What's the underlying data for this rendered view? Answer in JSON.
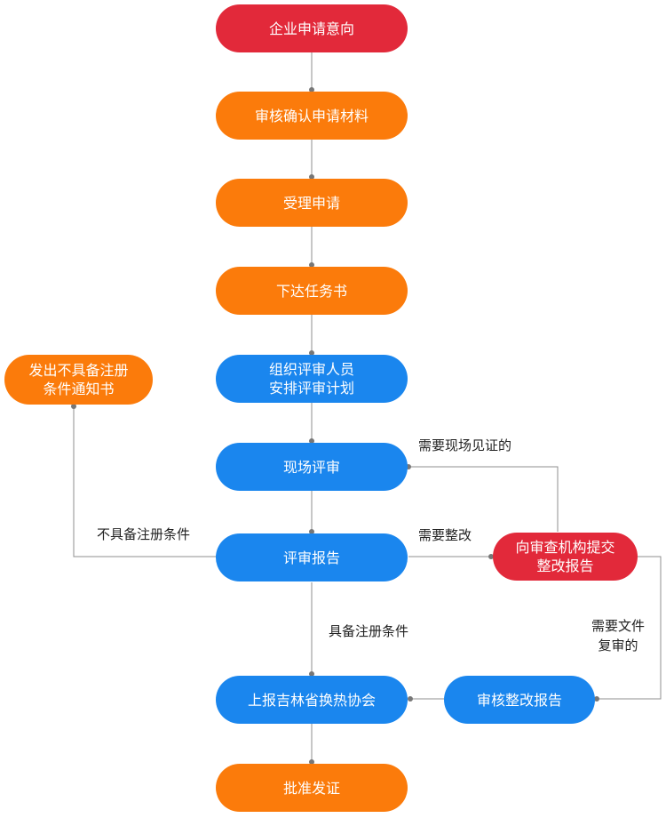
{
  "diagram": {
    "nodes": {
      "apply_intent": {
        "lines": [
          "企业申请意向"
        ],
        "color": "#e2293a"
      },
      "verify_materials": {
        "lines": [
          "审核确认申请材料"
        ],
        "color": "#fb7b0b"
      },
      "accept_application": {
        "lines": [
          "受理申请"
        ],
        "color": "#fb7b0b"
      },
      "issue_task": {
        "lines": [
          "下达任务书"
        ],
        "color": "#fb7b0b"
      },
      "organize_reviewers": {
        "lines": [
          "组织评审人员",
          "安排评审计划"
        ],
        "color": "#1a86ee"
      },
      "site_review": {
        "lines": [
          "现场评审"
        ],
        "color": "#1a86ee"
      },
      "review_report": {
        "lines": [
          "评审报告"
        ],
        "color": "#1a86ee"
      },
      "report_association": {
        "lines": [
          "上报吉林省换热协会"
        ],
        "color": "#1a86ee"
      },
      "approve_issue": {
        "lines": [
          "批准发证"
        ],
        "color": "#fb7b0b"
      },
      "not_qualified_notice": {
        "lines": [
          "发出不具备注册",
          "条件通知书"
        ],
        "color": "#fb7b0b"
      },
      "submit_rectification": {
        "lines": [
          "向审查机构提交",
          "整改报告"
        ],
        "color": "#e2293a"
      },
      "review_rectification": {
        "lines": [
          "审核整改报告"
        ],
        "color": "#1a86ee"
      }
    },
    "edge_labels": {
      "witness_required": "需要现场见证的",
      "rectification_required": "需要整改",
      "not_qualified": "不具备注册条件",
      "qualified": "具备注册条件",
      "file_review_required": [
        "需要文件",
        "复审的"
      ]
    }
  }
}
